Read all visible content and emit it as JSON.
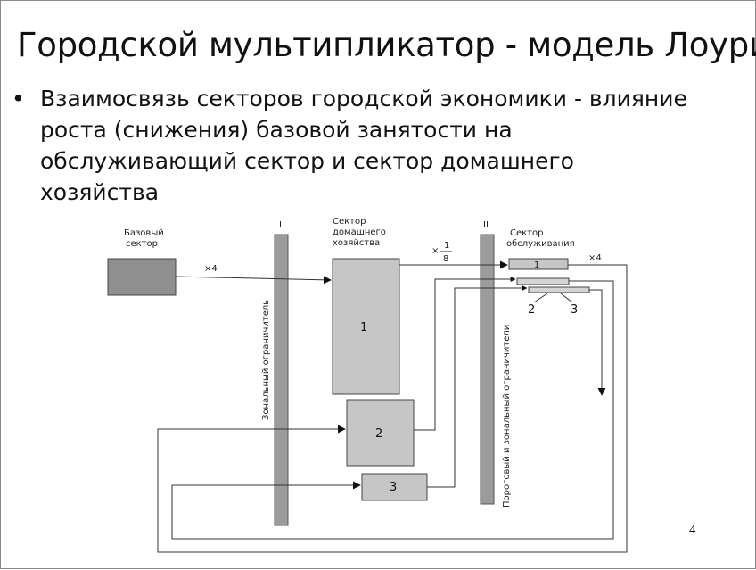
{
  "slide": {
    "title": "Городской мультипликатор - модель Лоури",
    "bullet_symbol": "•",
    "bullet_lines": [
      "Взаимосвязь секторов городской экономики - влияние",
      "роста (снижения) базовой занятости на",
      "обслуживающий сектор и сектор домашнего",
      "хозяйства"
    ],
    "page_number": "4"
  },
  "diagram": {
    "base_sector_lines": [
      "Базовый",
      "сектор"
    ],
    "household_sector_lines": [
      "Сектор",
      "домашнего",
      "хозяйства"
    ],
    "service_sector_lines": [
      "Сектор",
      "обслуживания"
    ],
    "barrier_1_numeral": "I",
    "barrier_2_numeral": "II",
    "barrier_1_label": "Зональный ограничитель",
    "barrier_2_label": "Пороговый и зональный ограничители",
    "multiplier_base": "×4",
    "multiplier_service": "×4",
    "fraction_prefix": "×",
    "fraction_numerator": "1",
    "fraction_denominator": "8",
    "household_box_1": "1",
    "household_box_2": "2",
    "household_box_3": "3",
    "service_bar_1": "1",
    "service_bar_2": "2",
    "service_bar_3": "3",
    "colors": {
      "box_fill": "#c6c6c6",
      "base_fill": "#8f8f8f",
      "barrier_fill": "#9b9b9b",
      "line": "#333333"
    }
  }
}
